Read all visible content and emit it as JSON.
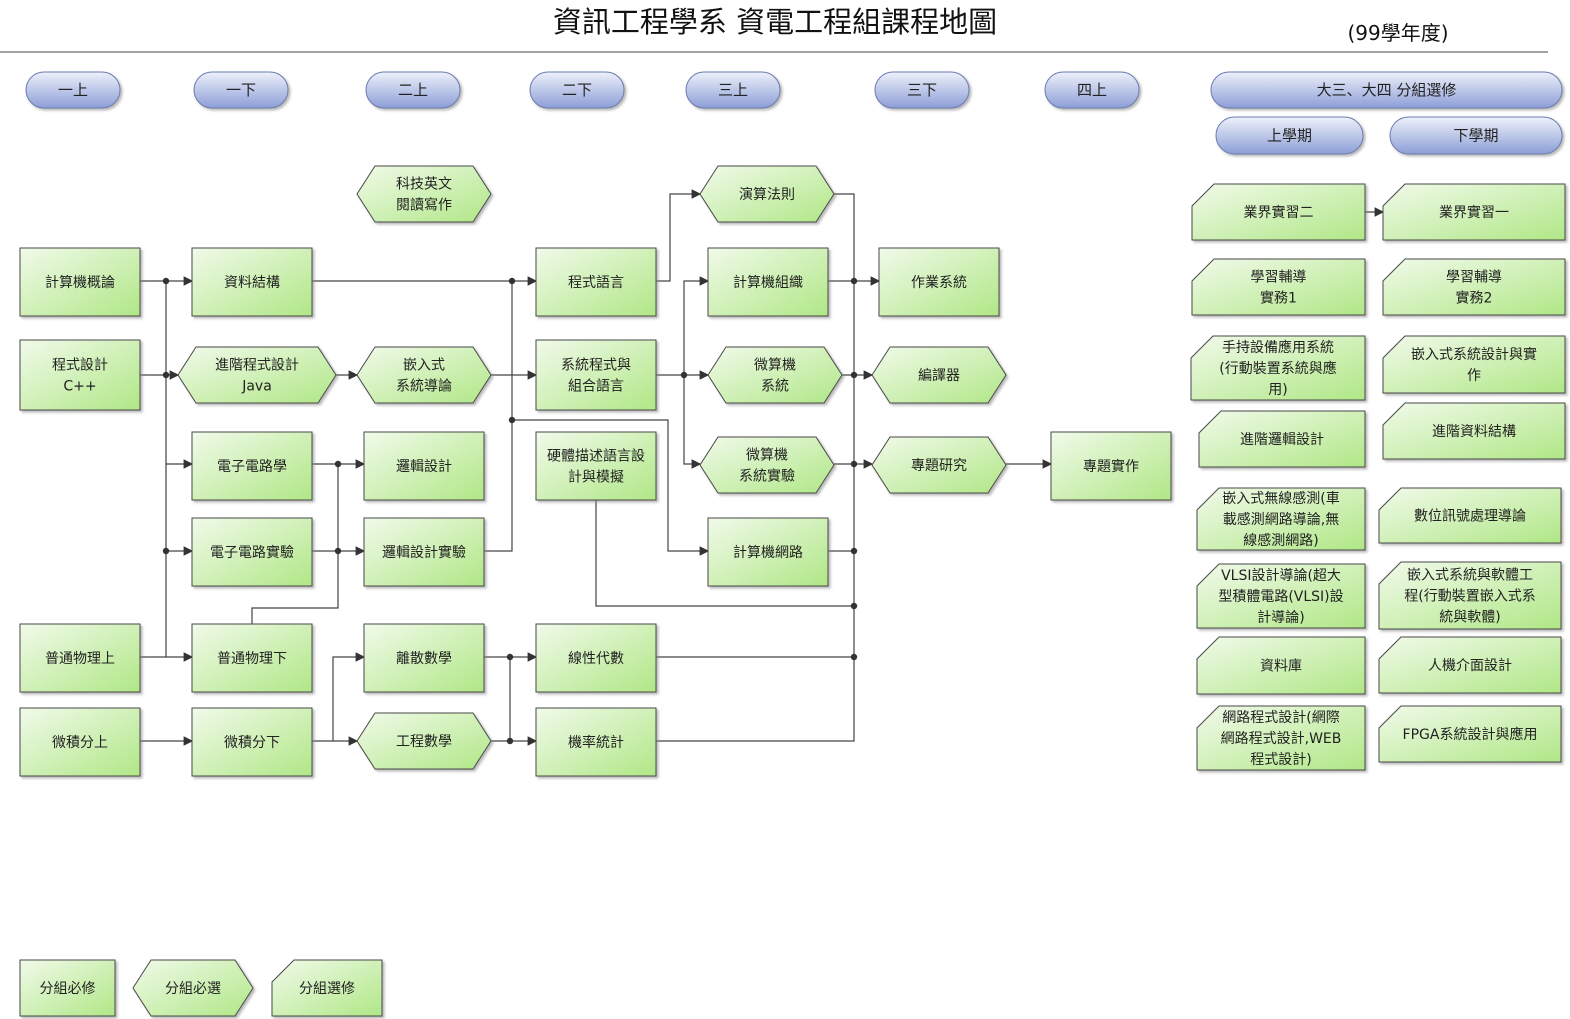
{
  "title": "資訊工程學系  資電工程組課程地圖",
  "year": "(99學年度)",
  "semesters": {
    "y1a": "一上",
    "y1b": "一下",
    "y2a": "二上",
    "y2b": "二下",
    "y3a": "三上",
    "y3b": "三下",
    "y4a": "四上",
    "electives": "大三、大四 分組選修",
    "first_term": "上學期",
    "second_term": "下學期"
  },
  "core_courses": {
    "cs_intro": [
      "計算機概論"
    ],
    "prog_cpp": [
      "程式設計",
      "C++"
    ],
    "data_struct": [
      "資料結構"
    ],
    "adv_java": [
      "進階程式設計",
      "Java"
    ],
    "embedded_intro": [
      "嵌入式",
      "系統導論"
    ],
    "tech_english": [
      "科技英文",
      "閱讀寫作"
    ],
    "prog_lang": [
      "程式語言"
    ],
    "sys_prog": [
      "系統程式與",
      "組合語言"
    ],
    "algorithms": [
      "演算法則"
    ],
    "comp_org": [
      "計算機組織"
    ],
    "microcomp": [
      "微算機",
      "系統"
    ],
    "os": [
      "作業系統"
    ],
    "compiler": [
      "編譯器"
    ],
    "electronics": [
      "電子電路學"
    ],
    "logic": [
      "邏輯設計"
    ],
    "hdl": [
      "硬體描述語言設",
      "計與模擬"
    ],
    "microcomp_lab": [
      "微算機",
      "系統實驗"
    ],
    "project_research": [
      "專題研究"
    ],
    "project_impl": [
      "專題實作"
    ],
    "electronics_lab": [
      "電子電路實驗"
    ],
    "logic_lab": [
      "邏輯設計實驗"
    ],
    "networks": [
      "計算機網路"
    ],
    "physics1": [
      "普通物理上"
    ],
    "physics2": [
      "普通物理下"
    ],
    "discrete": [
      "離散數學"
    ],
    "linear": [
      "線性代數"
    ],
    "calc1": [
      "微積分上"
    ],
    "calc2": [
      "微積分下"
    ],
    "eng_math": [
      "工程數學"
    ],
    "prob_stat": [
      "機率統計"
    ]
  },
  "electives_first": {
    "e1": [
      "業界實習二"
    ],
    "e2": [
      "學習輔導",
      "實務1"
    ],
    "e3": [
      "手持設備應用系統",
      "(行動裝置系統與應",
      "用)"
    ],
    "e4": [
      "進階邏輯設計"
    ],
    "e5": [
      "嵌入式無線感測(車",
      "載感測網路導論,無",
      "線感測網路)"
    ],
    "e6": [
      "VLSI設計導論(超大",
      "型積體電路(VLSI)設",
      "計導論)"
    ],
    "e7": [
      "資料庫"
    ],
    "e8": [
      "網路程式設計(網際",
      "網路程式設計,WEB",
      "程式設計)"
    ]
  },
  "electives_second": {
    "f1": [
      "業界實習一"
    ],
    "f2": [
      "學習輔導",
      "實務2"
    ],
    "f3": [
      "嵌入式系統設計與實",
      "作"
    ],
    "f4": [
      "進階資料結構"
    ],
    "f5": [
      "數位訊號處理導論"
    ],
    "f6": [
      "嵌入式系統與軟體工",
      "程(行動裝置嵌入式系",
      "統與軟體)"
    ],
    "f7": [
      "人機介面設計"
    ],
    "f8": [
      "FPGA系統設計與應用"
    ]
  },
  "legend": {
    "required": [
      "分組必修"
    ],
    "required_choice": [
      "分組必選"
    ],
    "elective": [
      "分組選修"
    ]
  },
  "colors": {
    "node_light": "#eef9e4",
    "node_dark": "#b4e98a",
    "pill_light": "#e6eaf7",
    "pill_dark": "#8d9fd6",
    "line": "#444444"
  }
}
